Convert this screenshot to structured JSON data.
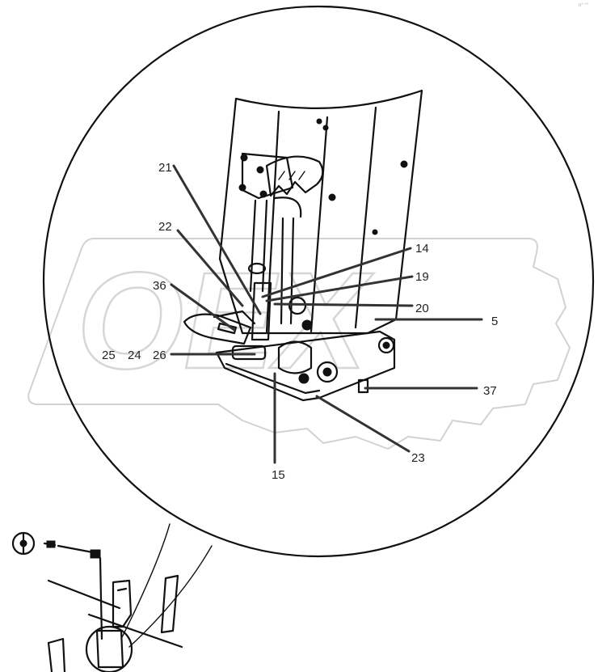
{
  "watermark": {
    "text": "OEX"
  },
  "corner_mark": "n° °°",
  "callouts": {
    "c21": "21",
    "c22": "22",
    "c36": "36",
    "c25": "25",
    "c24": "24",
    "c26": "26",
    "c14": "14",
    "c19": "19",
    "c20": "20",
    "c5": "5",
    "c37": "37",
    "c23": "23",
    "c15": "15"
  }
}
